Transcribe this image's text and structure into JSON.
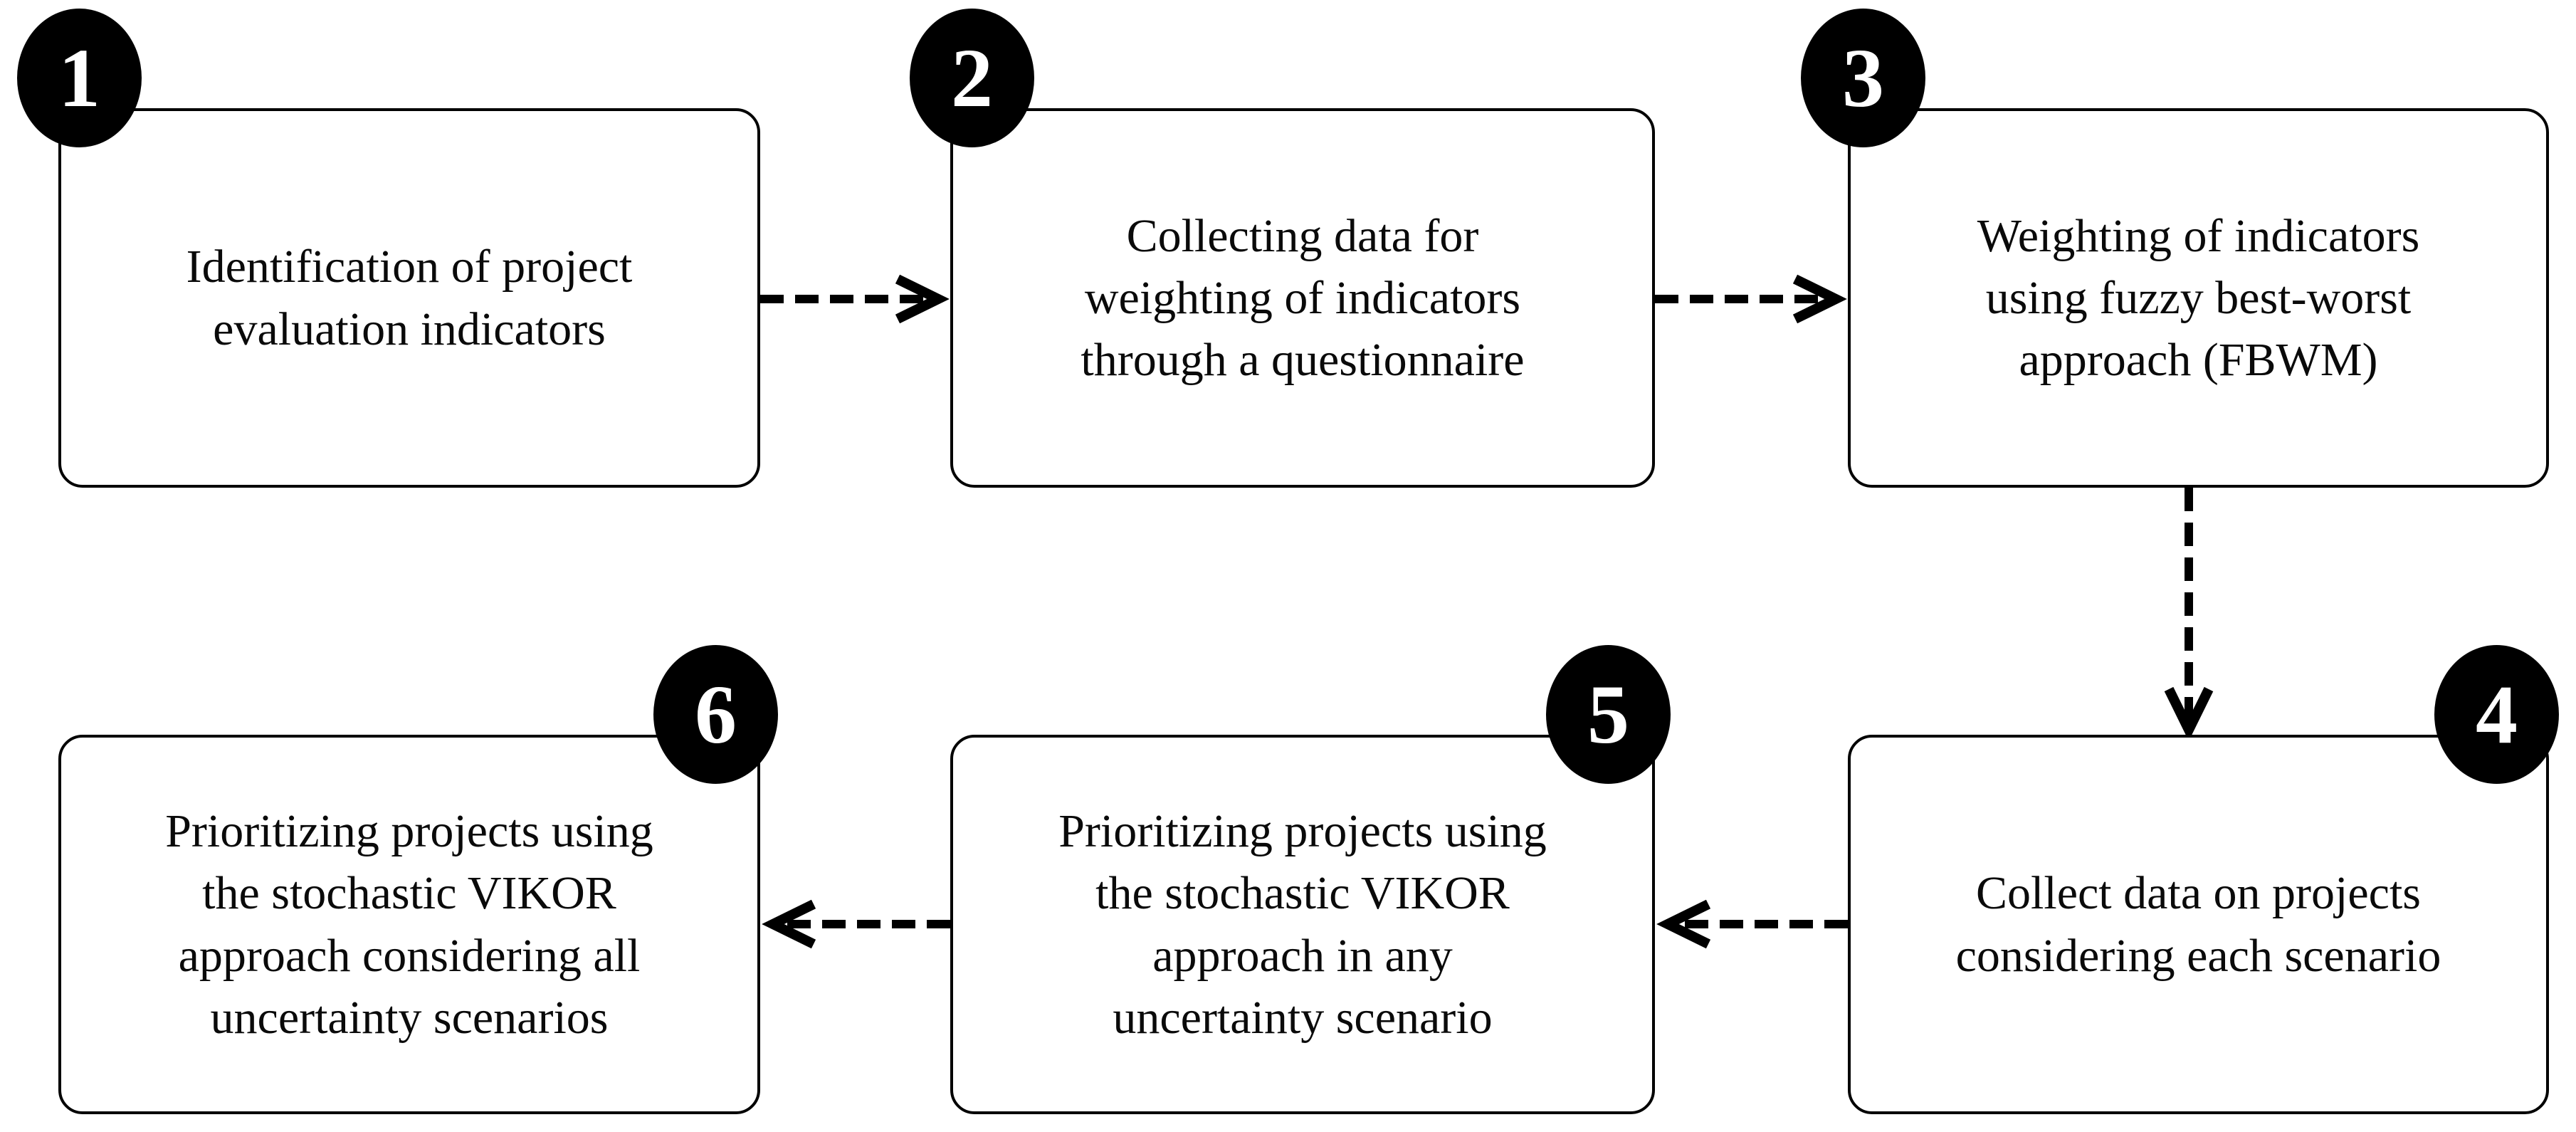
{
  "figure": {
    "type": "flowchart",
    "background": "#ffffff",
    "line_color": "#000000",
    "badge_fill": "#000000",
    "badge_text_color": "#ffffff",
    "box_border_color": "#000000",
    "text_color": "#0a0a0a",
    "steps": [
      {
        "number": "1",
        "badge_position": "top-left",
        "label_lines": [
          "Identification of project",
          "evaluation indicators"
        ]
      },
      {
        "number": "2",
        "badge_position": "top-left",
        "label_lines": [
          "Collecting data for",
          "weighting of indicators",
          "through a questionnaire"
        ]
      },
      {
        "number": "3",
        "badge_position": "top-left",
        "label_lines": [
          "Weighting of indicators",
          "using fuzzy best-worst",
          "approach (FBWM)"
        ]
      },
      {
        "number": "4",
        "badge_position": "top-right",
        "label_lines": [
          "Collect data on projects",
          "considering each scenario"
        ]
      },
      {
        "number": "5",
        "badge_position": "top-right",
        "label_lines": [
          "Prioritizing projects using",
          "the stochastic VIKOR",
          "approach in any",
          "uncertainty scenario"
        ]
      },
      {
        "number": "6",
        "badge_position": "top-right",
        "label_lines": [
          "Prioritizing projects using",
          "the stochastic VIKOR",
          "approach considering all",
          "uncertainty scenarios"
        ]
      }
    ],
    "connectors": [
      {
        "from": "1",
        "to": "2",
        "style": "dashed",
        "direction": "right"
      },
      {
        "from": "2",
        "to": "3",
        "style": "dashed",
        "direction": "right"
      },
      {
        "from": "3",
        "to": "4",
        "style": "dashed",
        "direction": "down"
      },
      {
        "from": "4",
        "to": "5",
        "style": "dashed",
        "direction": "left"
      },
      {
        "from": "5",
        "to": "6",
        "style": "dashed",
        "direction": "left"
      }
    ]
  }
}
